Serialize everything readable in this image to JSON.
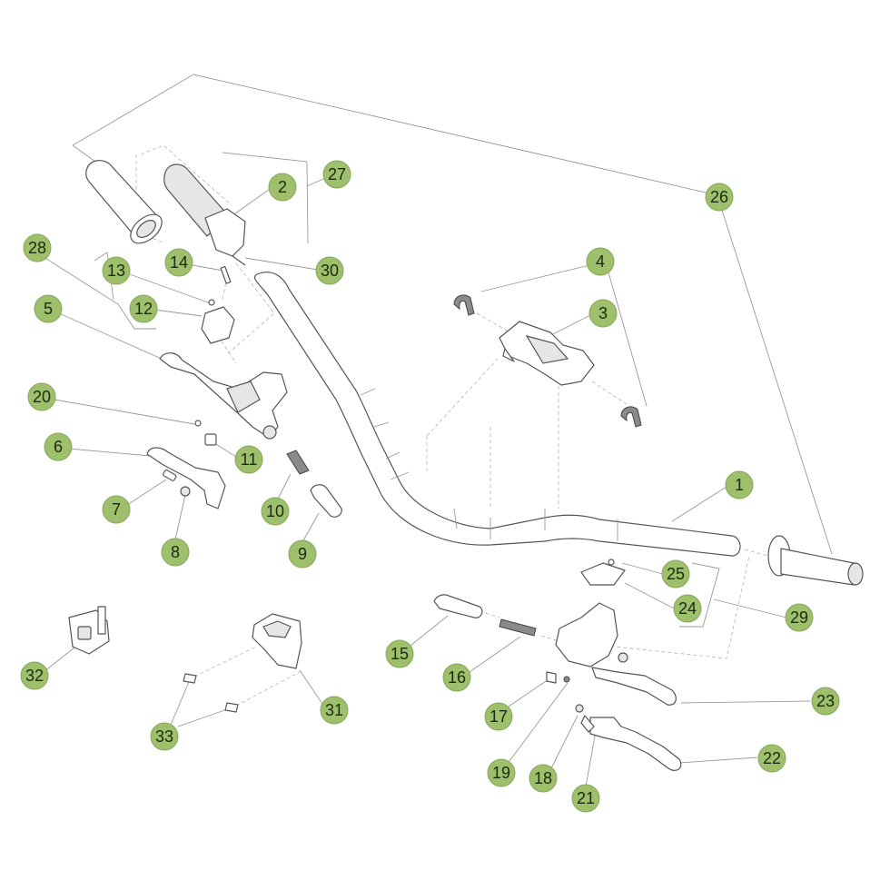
{
  "callouts": [
    {
      "id": "c1",
      "label": "1"
    },
    {
      "id": "c2",
      "label": "2"
    },
    {
      "id": "c3",
      "label": "3"
    },
    {
      "id": "c4",
      "label": "4"
    },
    {
      "id": "c5",
      "label": "5"
    },
    {
      "id": "c6",
      "label": "6"
    },
    {
      "id": "c7",
      "label": "7"
    },
    {
      "id": "c8",
      "label": "8"
    },
    {
      "id": "c9",
      "label": "9"
    },
    {
      "id": "c10",
      "label": "10"
    },
    {
      "id": "c11",
      "label": "11"
    },
    {
      "id": "c12",
      "label": "12"
    },
    {
      "id": "c13",
      "label": "13"
    },
    {
      "id": "c14",
      "label": "14"
    },
    {
      "id": "c15",
      "label": "15"
    },
    {
      "id": "c16",
      "label": "16"
    },
    {
      "id": "c17",
      "label": "17"
    },
    {
      "id": "c18",
      "label": "18"
    },
    {
      "id": "c19",
      "label": "19"
    },
    {
      "id": "c20",
      "label": "20"
    },
    {
      "id": "c21",
      "label": "21"
    },
    {
      "id": "c22",
      "label": "22"
    },
    {
      "id": "c23",
      "label": "23"
    },
    {
      "id": "c24",
      "label": "24"
    },
    {
      "id": "c25",
      "label": "25"
    },
    {
      "id": "c26",
      "label": "26"
    },
    {
      "id": "c27",
      "label": "27"
    },
    {
      "id": "c28",
      "label": "28"
    },
    {
      "id": "c29",
      "label": "29"
    },
    {
      "id": "c30",
      "label": "30"
    },
    {
      "id": "c31",
      "label": "31"
    },
    {
      "id": "c32",
      "label": "32"
    },
    {
      "id": "c33",
      "label": "33"
    }
  ],
  "colors": {
    "callout_fill": "#9ebf6b",
    "line_art": "#555555",
    "leader": "#999999",
    "background": "#ffffff"
  }
}
